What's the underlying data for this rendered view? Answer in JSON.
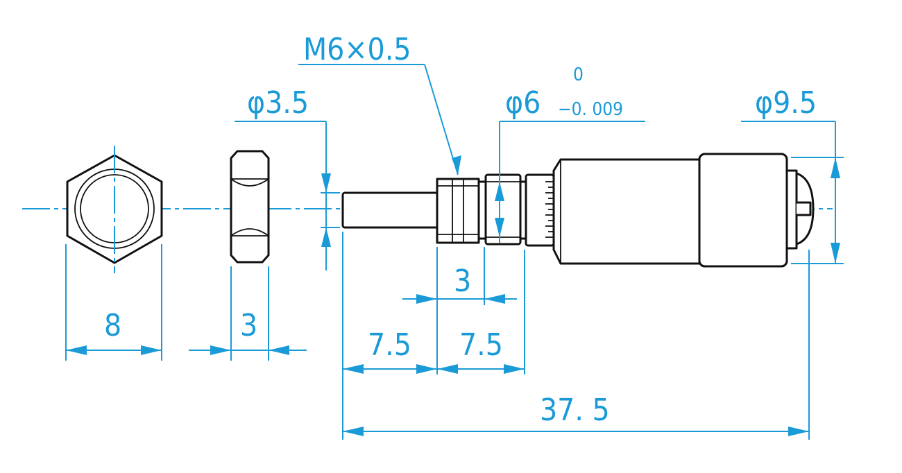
{
  "dimensions": {
    "nut_width": "8",
    "nut_thickness": "3",
    "spindle_diameter": "φ3.5",
    "thread": "M6×0.5",
    "sleeve_diameter": "φ6",
    "sleeve_tol_upper": "0",
    "sleeve_tol_lower": "−0. 009",
    "thimble_diameter": "φ9.5",
    "thread_length": "3",
    "spindle_length": "7.5",
    "sleeve_length": "7.5",
    "overall_length": "37. 5"
  },
  "colors": {
    "dimension": "#1a9ad6",
    "outline": "#111111"
  }
}
